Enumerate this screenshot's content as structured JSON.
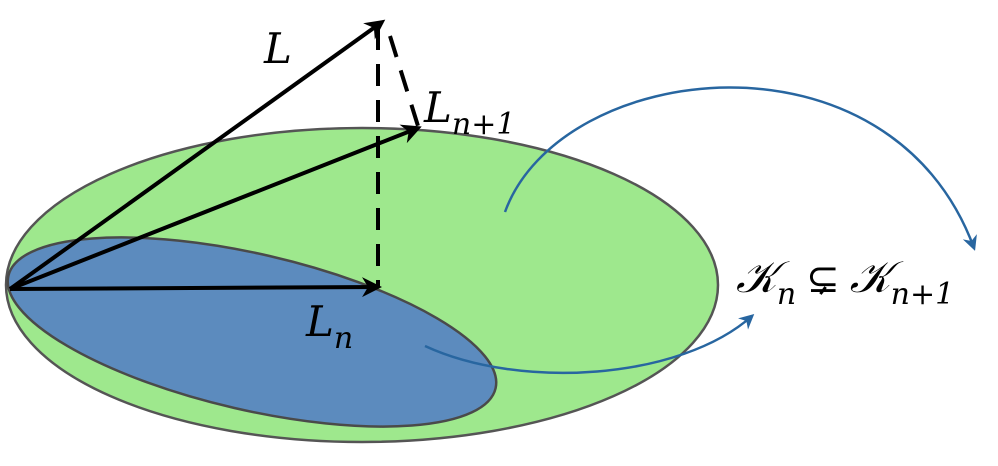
{
  "colors": {
    "outer_fill": "#9EE88D",
    "outer_stroke": "#555555",
    "inner_fill": "#5C8BBE",
    "inner_stroke": "#4A4A4A",
    "vector": "#000000",
    "curve": "#2866A0",
    "background": "#FFFFFF"
  },
  "labels": {
    "L": {
      "base": "L"
    },
    "L_next": {
      "base": "L",
      "sub": "n+1"
    },
    "L_n": {
      "base": "L",
      "sub": "n"
    },
    "relation": {
      "left_base": "𝒦",
      "left_sub": "n",
      "symbol": "⊊",
      "right_base": "𝒦",
      "right_sub": "n+1"
    }
  }
}
